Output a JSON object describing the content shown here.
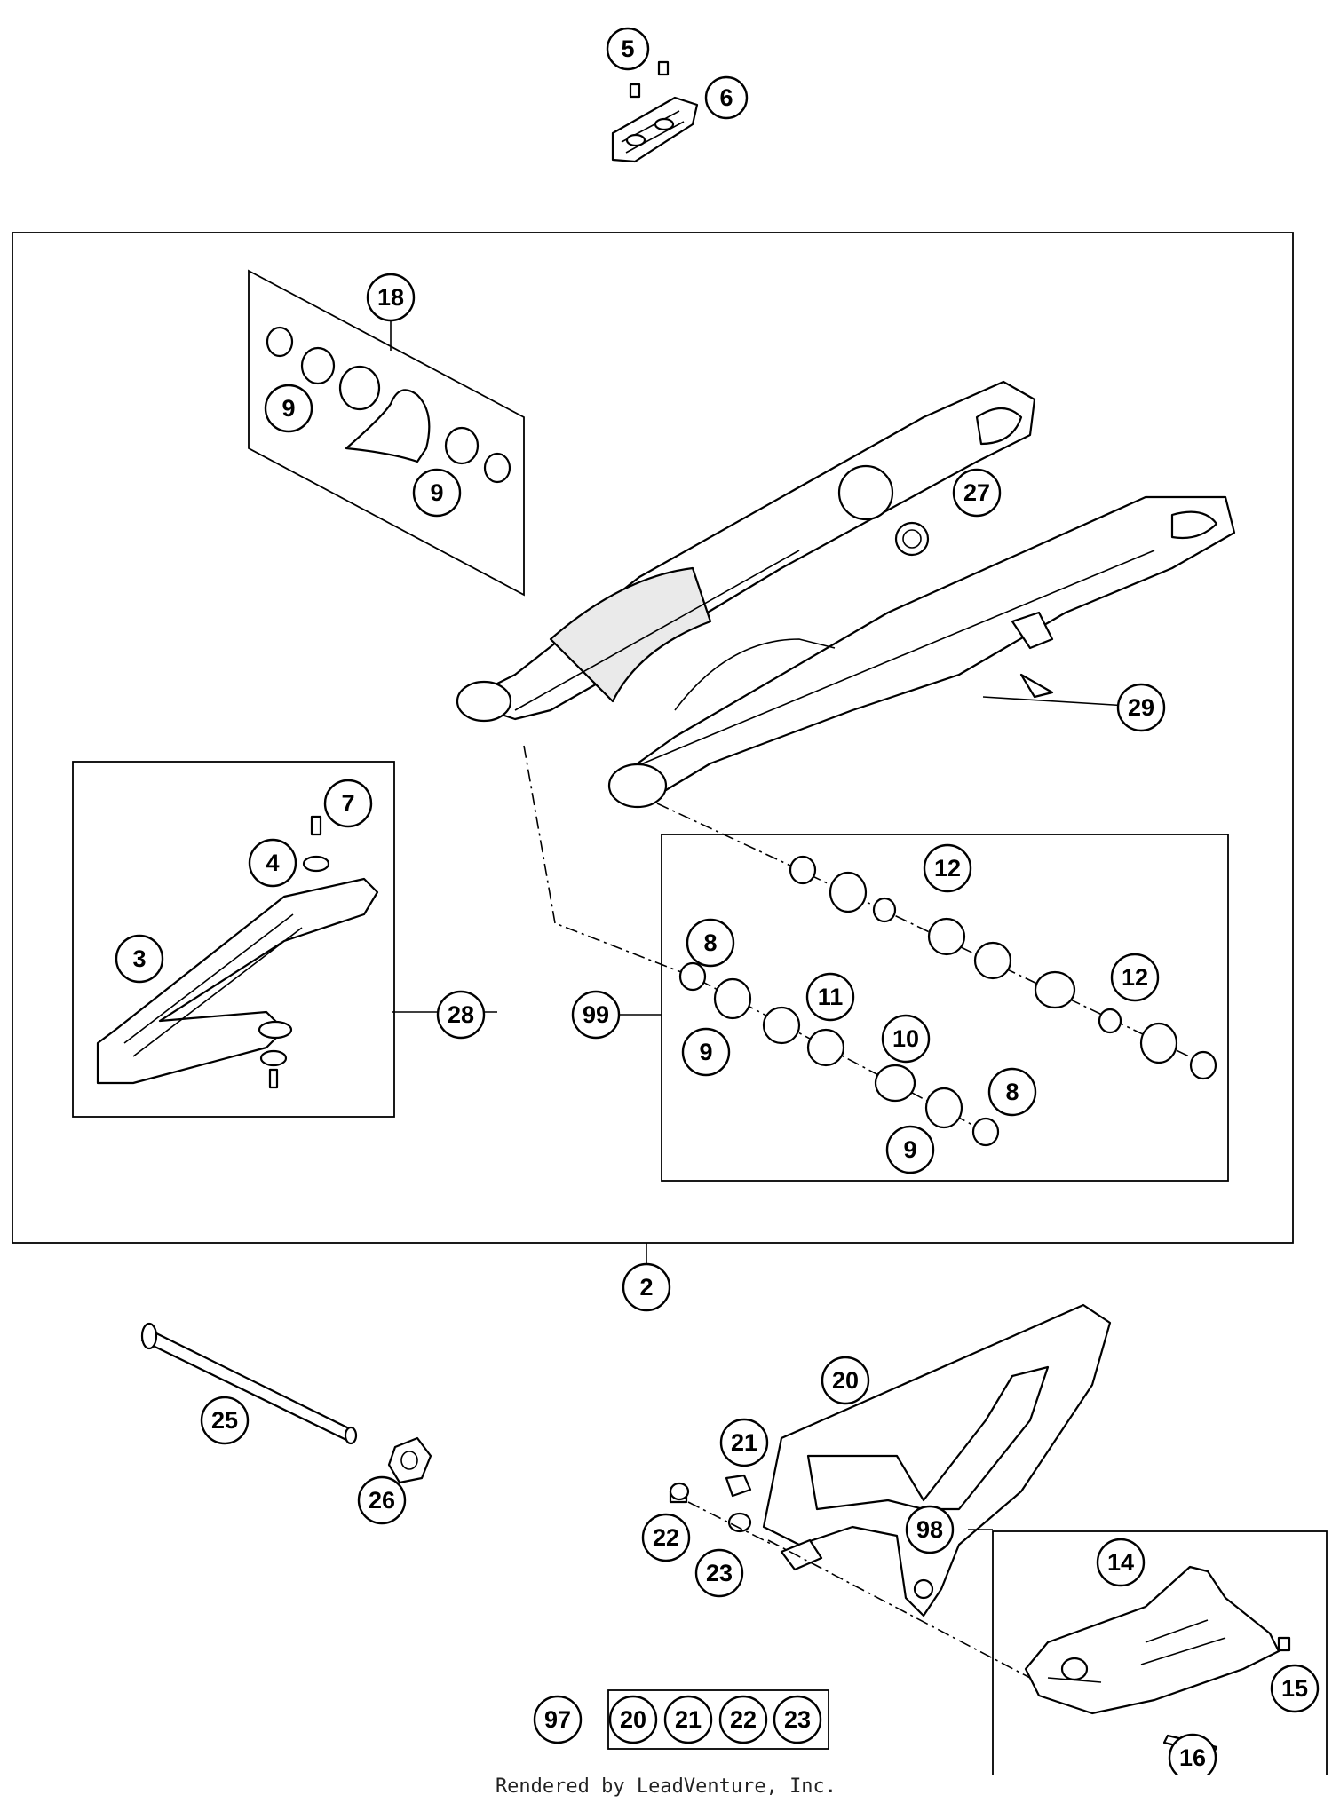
{
  "callouts": {
    "c5": "5",
    "c6": "6",
    "c18": "18",
    "c9a": "9",
    "c9b": "9",
    "c27": "27",
    "c29": "29",
    "c7": "7",
    "c4": "4",
    "c3": "3",
    "c28": "28",
    "c12a": "12",
    "c12b": "12",
    "c8a": "8",
    "c8b": "8",
    "c99": "99",
    "c11": "11",
    "c10": "10",
    "c9c": "9",
    "c9d": "9",
    "c2": "2",
    "c20": "20",
    "c21": "21",
    "c25": "25",
    "c26": "26",
    "c22": "22",
    "c23": "23",
    "c14": "14",
    "c98": "98",
    "c15": "15",
    "c16": "16",
    "kit97": "97",
    "kit20": "20",
    "kit21": "21",
    "kit22": "22",
    "kit23": "23"
  },
  "footer": "Rendered by LeadVenture, Inc."
}
